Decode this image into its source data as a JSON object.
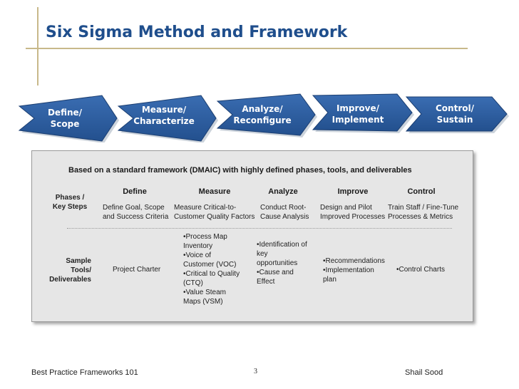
{
  "slide": {
    "title": "Six Sigma Method and Framework",
    "footer_left": "Best Practice Frameworks 101",
    "page_number": "3",
    "footer_right": "Shail Sood"
  },
  "colors": {
    "chevron": "#2d5fa0",
    "title": "#1f4e8c",
    "accent_line": "#c8b98a",
    "panel_bg": "#e6e6e6"
  },
  "phases": [
    {
      "label": "Define/\nScope"
    },
    {
      "label": "Measure/\nCharacterize"
    },
    {
      "label": "Analyze/\nReconfigure"
    },
    {
      "label": "Improve/\nImplement"
    },
    {
      "label": "Control/\nSustain"
    }
  ],
  "panel": {
    "heading": "Based on a standard framework (DMAIC) with highly defined phases, tools, and deliverables",
    "columns": [
      "Define",
      "Measure",
      "Analyze",
      "Improve",
      "Control"
    ],
    "row1_label": "Phases /\nKey Steps",
    "key_steps": [
      "Define Goal, Scope\nand Success Criteria",
      "Measure Critical-to-\nCustomer Quality Factors",
      "Conduct Root-\nCause Analysis",
      "Design and Pilot\nImproved Processes",
      "Train Staff / Fine-Tune\nProcesses & Metrics"
    ],
    "row2_label": "Sample\nTools/\nDeliverables",
    "deliverables": [
      "Project Charter",
      "•Process Map\n  Inventory\n•Voice of\n  Customer (VOC)\n•Critical to Quality\n  (CTQ)\n•Value Steam\n  Maps (VSM)",
      "•Identification of\n  key\n  opportunities\n•Cause and\n  Effect",
      "•Recommendations\n•Implementation\n  plan",
      "•Control Charts"
    ]
  }
}
